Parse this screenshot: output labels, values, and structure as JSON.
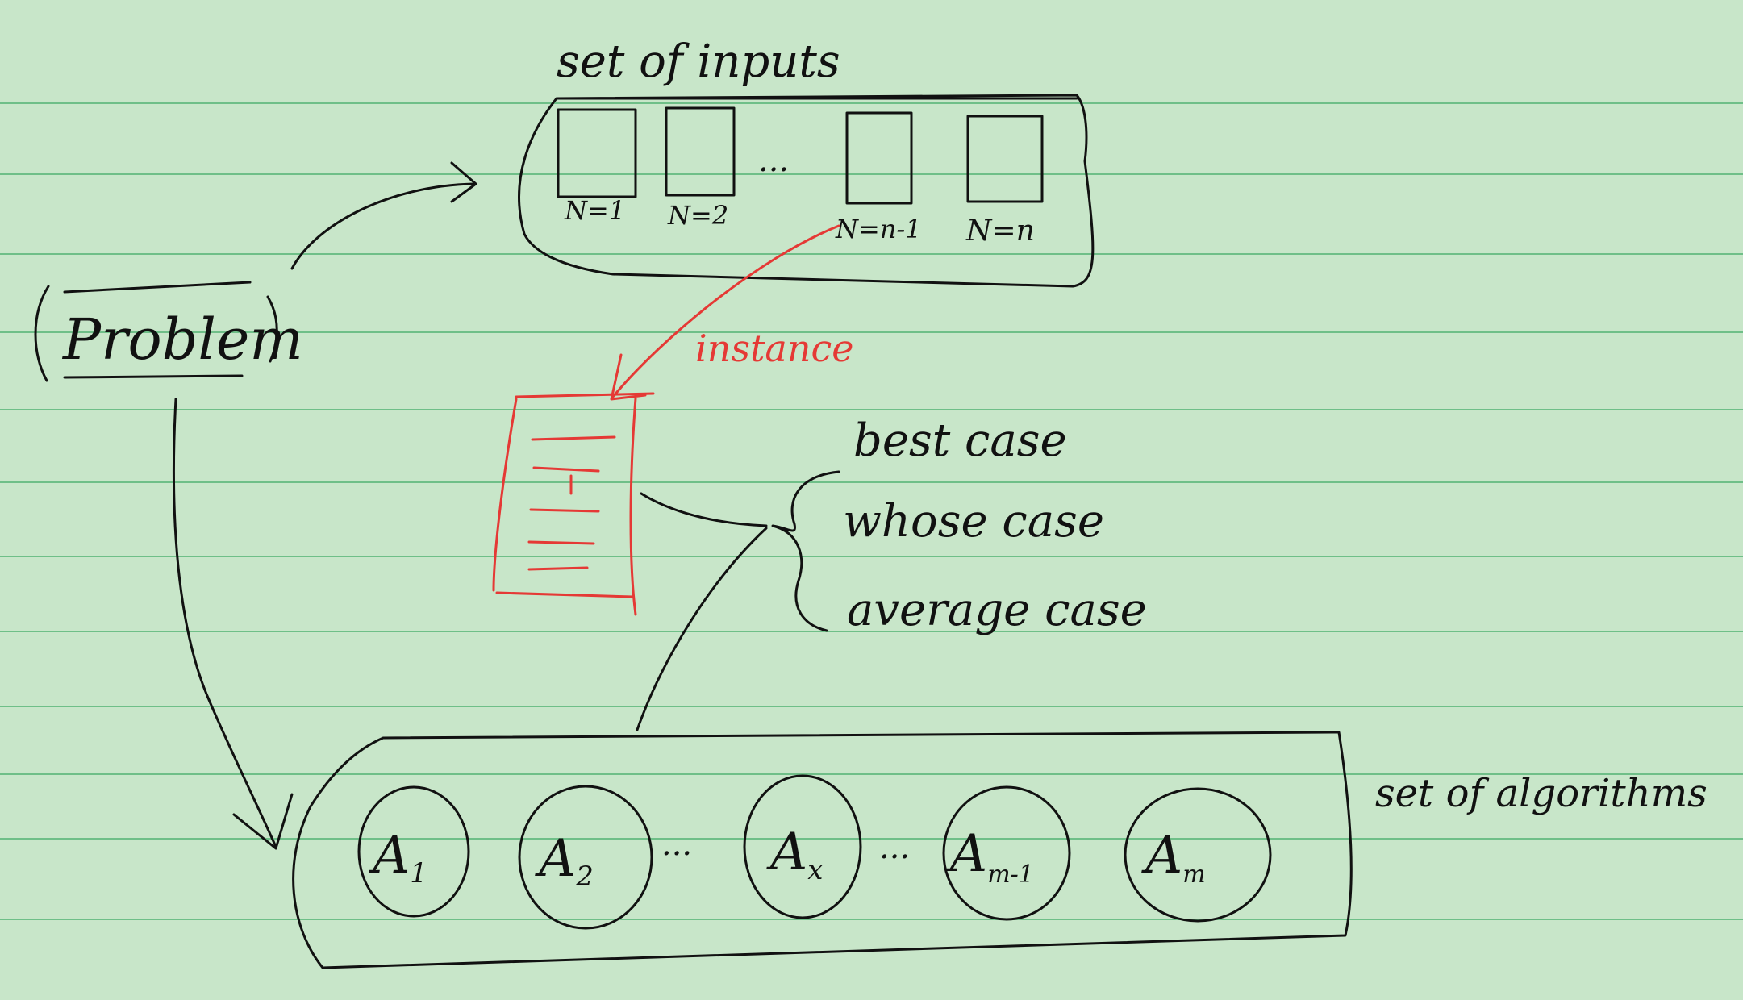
{
  "inputs": {
    "title": "set of inputs",
    "boxes": [
      "N=1",
      "N=2",
      "N=n-1",
      "N=n"
    ],
    "ellipsis": "..."
  },
  "problem": {
    "label": "Problem"
  },
  "instance": {
    "label": "instance"
  },
  "cases": [
    "best case",
    "whose case",
    "average case"
  ],
  "algorithms": {
    "title": "set of algorithms",
    "items": [
      {
        "base": "A",
        "sub": "1"
      },
      {
        "base": "A",
        "sub": "2"
      },
      {
        "base": "A",
        "sub": "x"
      },
      {
        "base": "A",
        "sub": "m-1"
      },
      {
        "base": "A",
        "sub": "m"
      }
    ],
    "ellipsis": "..."
  },
  "colors": {
    "paper": "#c8e6c9",
    "rule": "#6fbf88",
    "ink": "#111111",
    "accent": "#e53935"
  }
}
